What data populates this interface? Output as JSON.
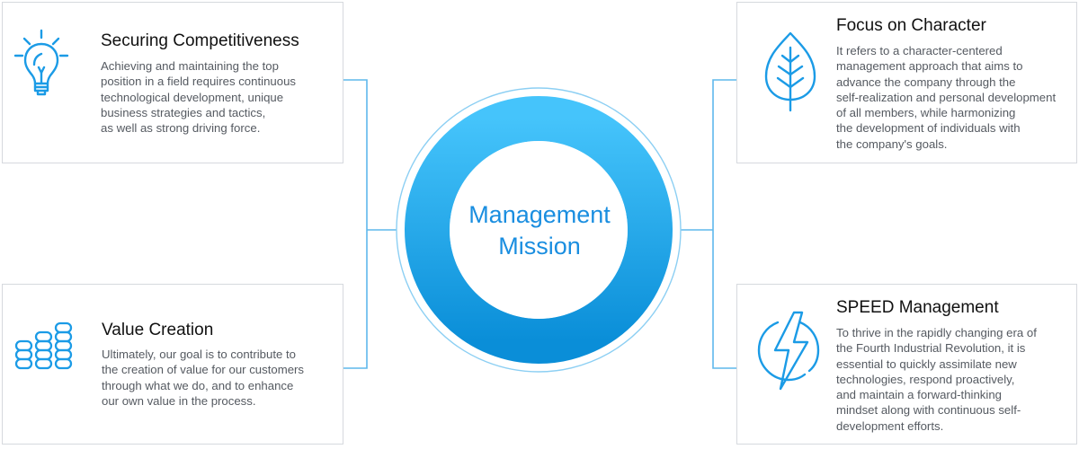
{
  "center": {
    "line1": "Management",
    "line2": "Mission"
  },
  "colors": {
    "accent": "#1b9be6",
    "ring_light": "#45c4fb",
    "ring_dark": "#0a8ed8",
    "connector": "#5fb8ec",
    "card_border": "#d6d9de"
  },
  "cards": {
    "securing": {
      "icon": "lightbulb-icon",
      "title": "Securing Competitiveness",
      "lines": [
        "Achieving and maintaining the top",
        "position in a field requires continuous",
        "technological development, unique",
        "business strategies and tactics,",
        "as well as strong driving force."
      ]
    },
    "value": {
      "icon": "coin-stacks-icon",
      "title": "Value Creation",
      "lines": [
        "Ultimately, our goal is to contribute to",
        "the creation of value for our customers",
        "through what we do, and to enhance",
        "our own value in the process."
      ]
    },
    "character": {
      "icon": "leaf-icon",
      "title": "Focus on Character",
      "lines": [
        "It refers to a character-centered",
        "management approach that aims to",
        "advance the company through the",
        "self-realization and personal development",
        "of all members, while harmonizing",
        "the development of individuals with",
        "the company's goals."
      ]
    },
    "speed": {
      "icon": "lightning-bolt-icon",
      "title": "SPEED Management",
      "lines": [
        "To thrive in the rapidly changing era of",
        "the Fourth Industrial Revolution, it is",
        "essential to quickly assimilate new",
        "technologies, respond proactively,",
        "and maintain a forward-thinking",
        "mindset along with continuous self-",
        "development efforts."
      ]
    }
  }
}
